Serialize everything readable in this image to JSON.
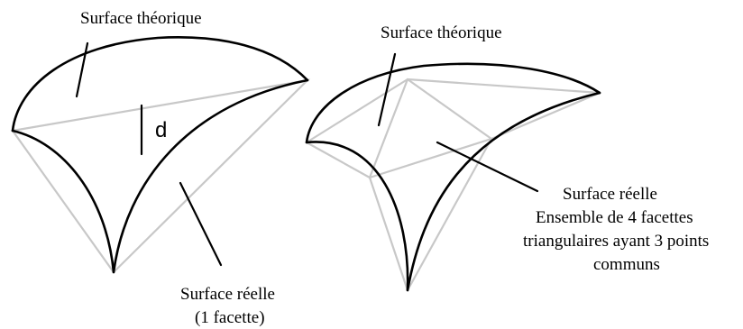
{
  "left_figure": {
    "theoretical_label": "Surface théorique",
    "distance_label": "d",
    "real_label_line1": "Surface réelle",
    "real_label_line2": "(1 facette)"
  },
  "right_figure": {
    "theoretical_label": "Surface théorique",
    "real_label_line1": "Surface réelle",
    "real_label_line2": "Ensemble de 4 facettes",
    "real_label_line3": "triangulaires ayant 3 points",
    "real_label_line4": "communs"
  }
}
